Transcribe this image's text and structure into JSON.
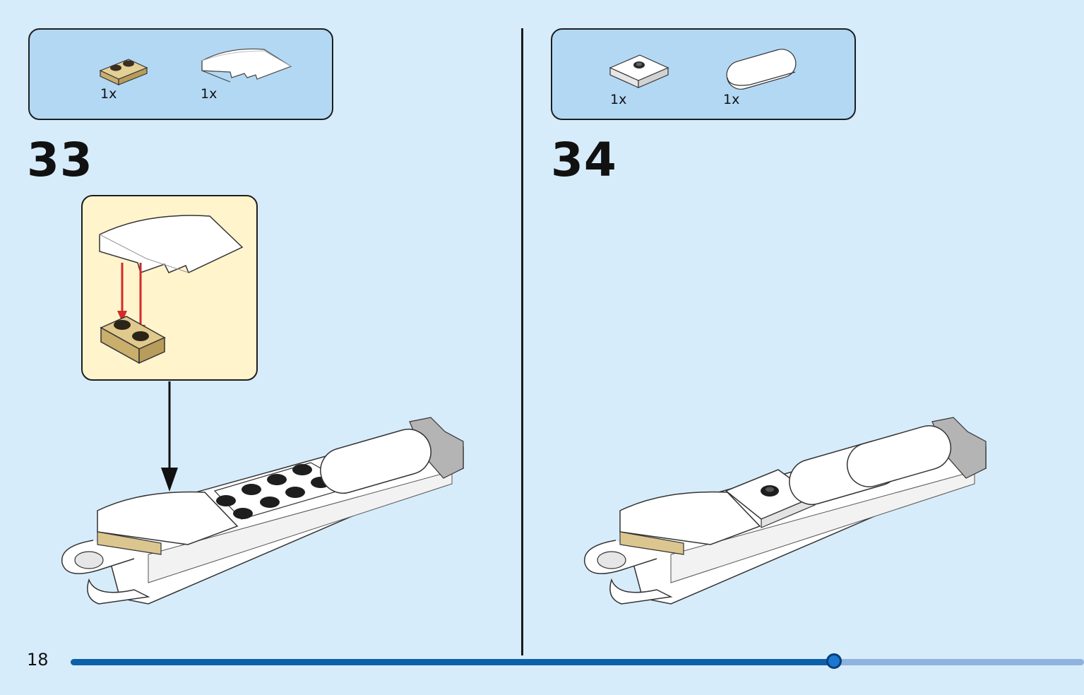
{
  "steps": [
    {
      "number": "33",
      "parts": [
        {
          "qty": "1x",
          "icon": "tan-plate-1x2-icon",
          "color": "#d6bf85"
        },
        {
          "qty": "1x",
          "icon": "white-curved-slope-icon",
          "color": "#ffffff"
        }
      ]
    },
    {
      "number": "34",
      "parts": [
        {
          "qty": "1x",
          "icon": "white-jumper-plate-icon",
          "color": "#ffffff"
        },
        {
          "qty": "1x",
          "icon": "white-rounded-tile-icon",
          "color": "#ffffff"
        }
      ]
    }
  ],
  "page_number": "18",
  "progress": {
    "fraction": 0.753
  },
  "colors": {
    "background": "#d7ecfa",
    "parts_box": "#b3d8f4",
    "callout": "#fff4cc",
    "arrow_red": "#d42a2a",
    "progress_fill": "#0d5fab",
    "progress_track": "#8fb3de"
  }
}
